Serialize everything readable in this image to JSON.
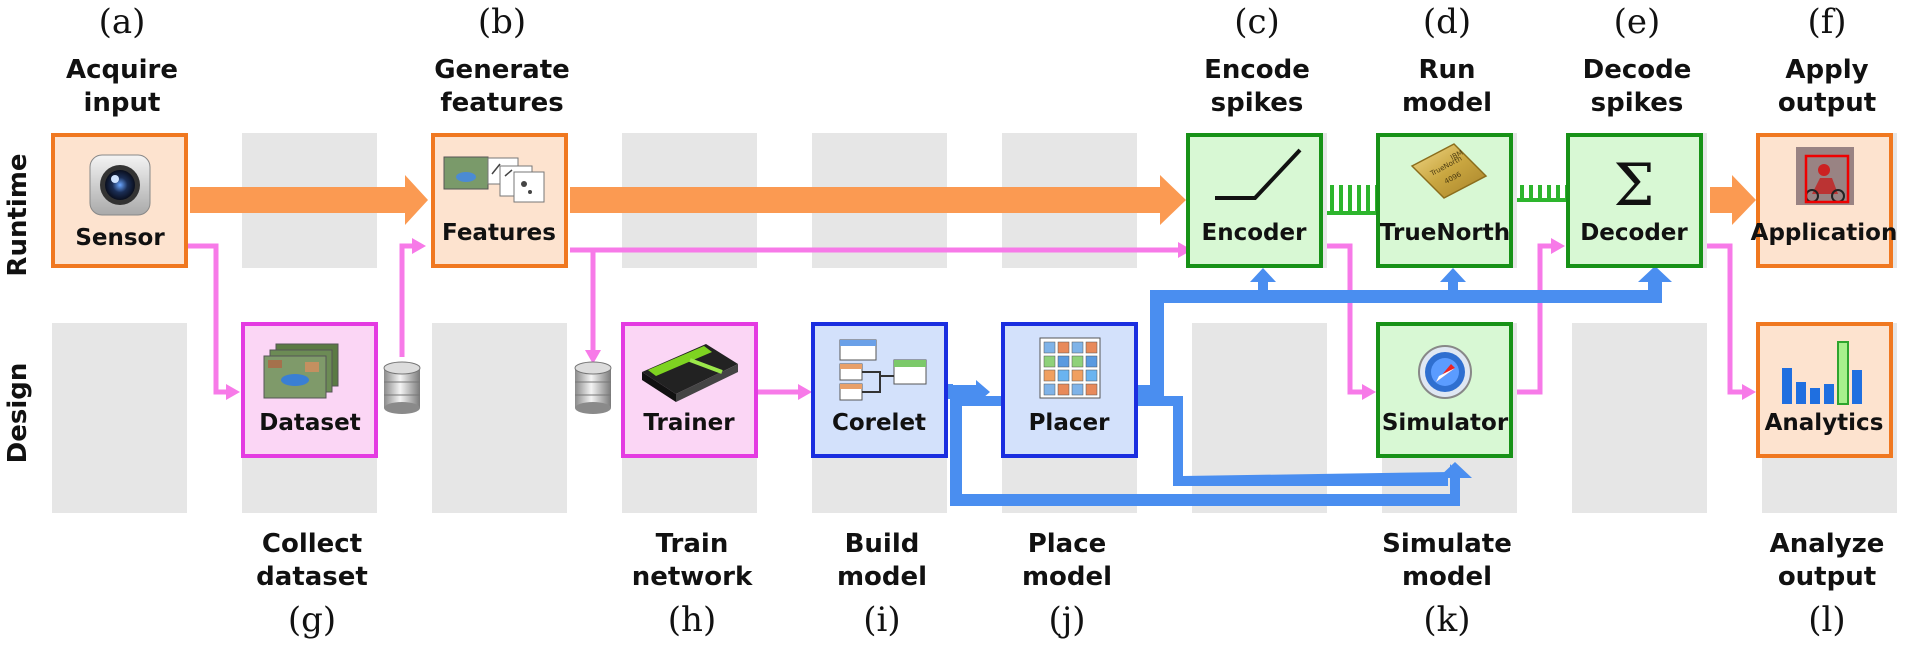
{
  "row_labels": {
    "runtime": "Runtime",
    "design": "Design"
  },
  "columns_top": [
    {
      "letter": "(a)",
      "line1": "Acquire",
      "line2": "input"
    },
    {
      "letter": "(b)",
      "line1": "Generate",
      "line2": "features"
    },
    {
      "letter": "(c)",
      "line1": "Encode",
      "line2": "spikes"
    },
    {
      "letter": "(d)",
      "line1": "Run",
      "line2": "model"
    },
    {
      "letter": "(e)",
      "line1": "Decode",
      "line2": "spikes"
    },
    {
      "letter": "(f)",
      "line1": "Apply",
      "line2": "output"
    }
  ],
  "columns_bottom": [
    {
      "letter": "(g)",
      "line1": "Collect",
      "line2": "dataset"
    },
    {
      "letter": "(h)",
      "line1": "Train",
      "line2": "network"
    },
    {
      "letter": "(i)",
      "line1": "Build",
      "line2": "model"
    },
    {
      "letter": "(j)",
      "line1": "Place",
      "line2": "model"
    },
    {
      "letter": "(k)",
      "line1": "Simulate",
      "line2": "model"
    },
    {
      "letter": "(l)",
      "line1": "Analyze",
      "line2": "output"
    }
  ],
  "boxes": {
    "sensor": "Sensor",
    "features": "Features",
    "encoder": "Encoder",
    "truenorth": "TrueNorth",
    "decoder": "Decoder",
    "application": "Application",
    "dataset": "Dataset",
    "trainer": "Trainer",
    "corelet": "Corelet",
    "placer": "Placer",
    "simulator": "Simulator",
    "analytics": "Analytics"
  },
  "decoder_symbol": "Σ",
  "chip_text": {
    "brand": "IBM",
    "model": "TrueNorth",
    "sub": "4096"
  },
  "colors": {
    "orange_border": "#f07820",
    "orange_fill": "#fde3cf",
    "orange_arrow": "#fb9a52",
    "green_border": "#179217",
    "green_fill": "#d8f8d4",
    "magenta_border": "#e43be2",
    "magenta_fill": "#fbd6f5",
    "pink_line": "#f77ae8",
    "blue_border": "#1a2ee0",
    "blue_fill": "#d3e1fb",
    "blue_arrow": "#4a8ef0",
    "gray_tile": "#e6e6e6"
  }
}
